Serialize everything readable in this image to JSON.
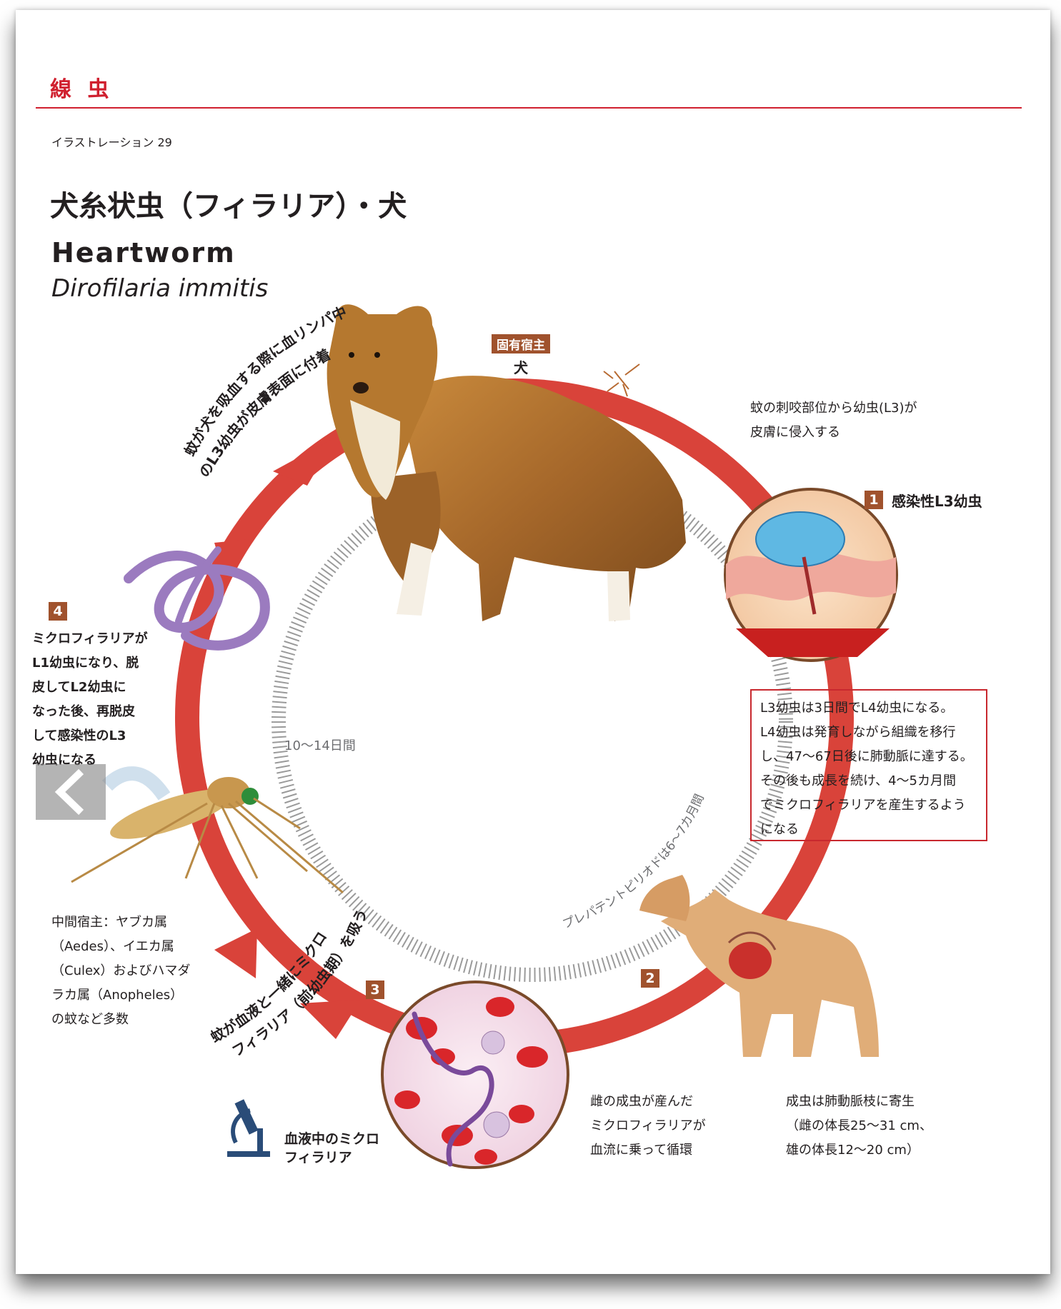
{
  "section": "線 虫",
  "illustration_number": "イラストレーション 29",
  "title_ja": "犬糸状虫（フィラリア）・犬",
  "title_en": "Heartworm",
  "scientific_name": "Dirofilaria immitis",
  "definitive_host": {
    "tag": "固有宿主",
    "name": "犬"
  },
  "step1": {
    "number": "1",
    "label": "感染性L3幼虫",
    "intro_lines": [
      "蚊の刺咬部位から幼虫(L3)が",
      "皮膚に侵入する"
    ]
  },
  "step1_box": [
    "L3幼虫は3日間でL4幼虫になる。",
    "L4幼虫は発育しながら組織を移行",
    "し、47～67日後に肺動脈に達する。",
    "その後も成長を続け、4～5カ月間",
    "でミクロフィラリアを産生するよう",
    "になる"
  ],
  "step2": {
    "number": "2",
    "right_lines": [
      "成虫は肺動脈枝に寄生",
      "（雌の体長25～31 cm、",
      "雄の体長12～20 cm）"
    ],
    "left_lines": [
      "雌の成虫が産んだ",
      "ミクロフィラリアが",
      "血流に乗って循環"
    ]
  },
  "step3": {
    "number": "3",
    "microscope_label_lines": [
      "血液中のミクロ",
      "フィラリア"
    ],
    "arc_lines": [
      "蚊が血液と一緒にミクロ",
      "フィラリア（前幼虫期）を吸う"
    ]
  },
  "step4": {
    "number": "4",
    "lines": [
      "ミクロフィラリアが",
      "L1幼虫になり、脱",
      "皮してL2幼虫に",
      "なった後、再脱皮",
      "して感染性のL3",
      "幼虫になる"
    ]
  },
  "top_left_arc_lines": [
    "蚊が犬を吸血する際に血リンパ中",
    "のL3幼虫が皮膚表面に付着"
  ],
  "intermediate_host_lines": [
    "中間宿主：ヤブカ属",
    "（Aedes）、イエカ属",
    "（Culex）およびハマダ",
    "ラカ属（Anopheles）",
    "の蚊など多数"
  ],
  "inner_left_period": "10～14日間",
  "inner_right_period": "プレパテントピリオドは6～7カ月間",
  "colors": {
    "accent_red": "#d0202f",
    "cycle_red": "#d9433a",
    "tag_brown": "#a0522d"
  },
  "icons": {
    "nav": "chevron-left-icon",
    "microscope": "microscope-icon"
  }
}
